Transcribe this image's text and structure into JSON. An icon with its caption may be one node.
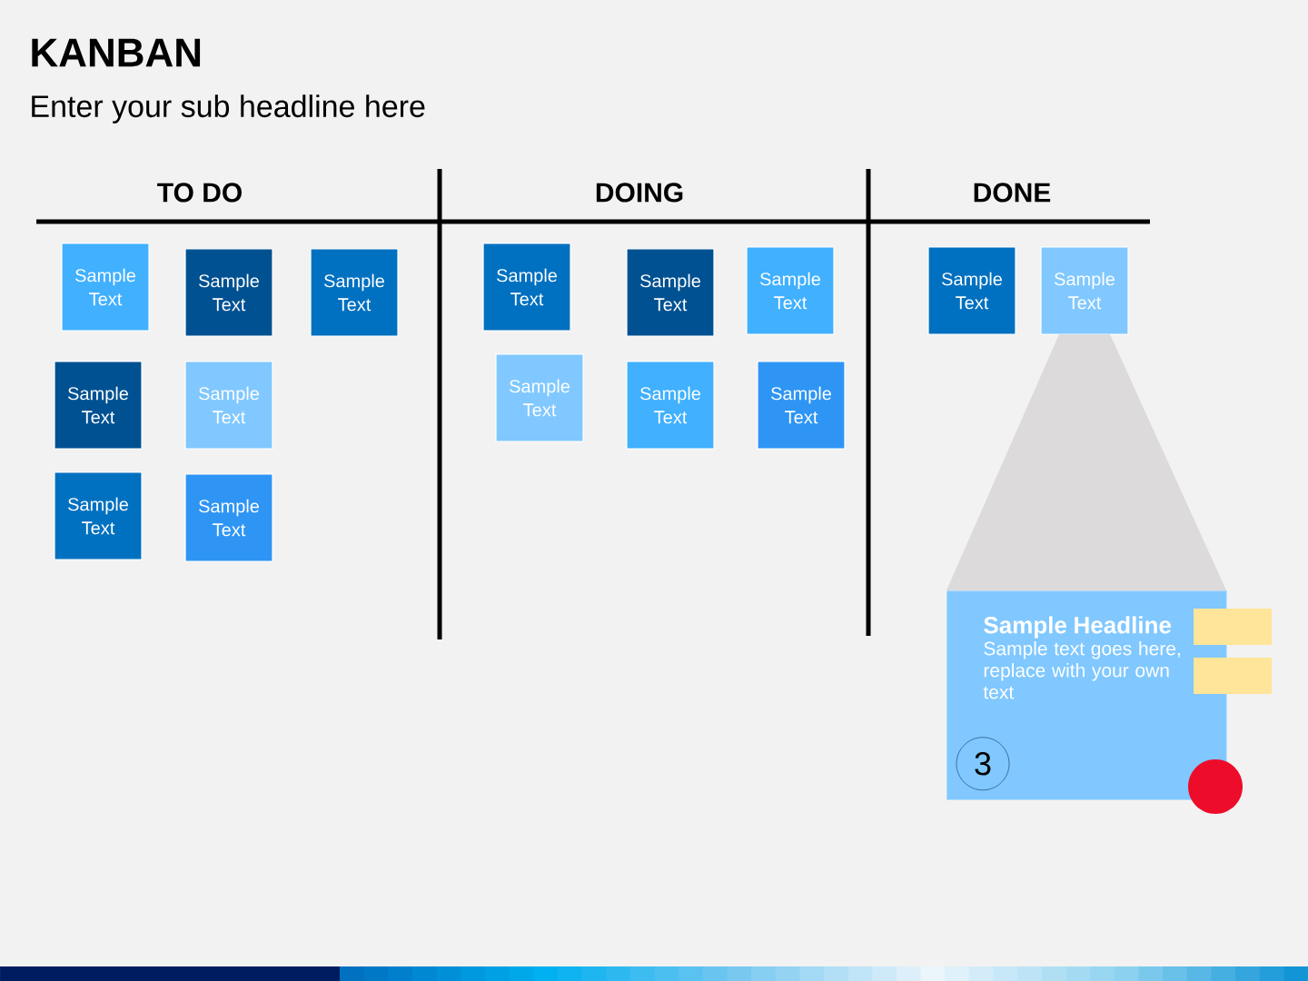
{
  "diagram": {
    "title": "KANBAN",
    "caption": "Enter your sub headline here",
    "nodes": [
      {
        "text": [
          "Sample Text"
        ]
      },
      {
        "text": [
          "Sample Text"
        ]
      },
      {
        "text": [
          "Sample Text"
        ]
      },
      {
        "text": [
          "Sample Text"
        ]
      },
      {
        "text": [
          "Sample Text"
        ]
      },
      {
        "text": [
          "Sample Text"
        ]
      },
      {
        "text": [
          "Sample Text"
        ]
      },
      {
        "text": [
          "Sample Text"
        ]
      },
      {
        "text": [
          "Sample Text"
        ]
      },
      {
        "text": [
          "Sample Text"
        ]
      },
      {
        "text": [
          "Sample Text"
        ]
      },
      {
        "text": [
          "Sample Text"
        ]
      },
      {
        "text": [
          "Sample Text"
        ]
      },
      {
        "text": [
          "Sample Text"
        ]
      },
      {
        "text": [
          "Sample Text"
        ]
      },
      {
        "text": [],
        "shape": "trapezoid"
      },
      {
        "text": [
          "Sample Headline",
          "Sample text goes here, replace with your own text"
        ]
      },
      {
        "text": [
          "3"
        ],
        "in": 16
      },
      {
        "text": [],
        "shape": "box"
      },
      {
        "text": [],
        "shape": "box"
      },
      {
        "text": [],
        "shape": "circle"
      }
    ],
    "labels": [
      "TO DO",
      "DOING",
      "DONE"
    ]
  }
}
